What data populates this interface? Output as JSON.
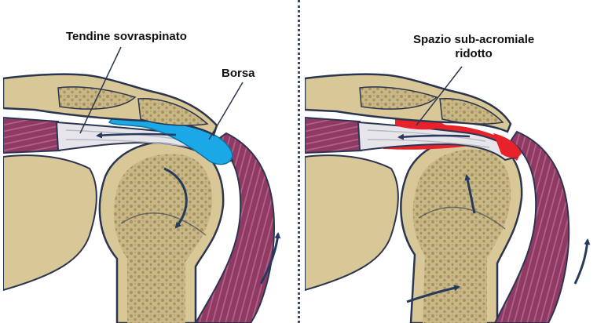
{
  "labels": {
    "tendon": "Tendine sovraspinato",
    "bursa": "Borsa",
    "space_line1": "Spazio sub-acromiale",
    "space_line2": "ridotto"
  },
  "icons": {
    "left_panel": [
      "acromion-icon",
      "supraspinatus-muscle-icon",
      "humeral-head-icon",
      "deltoid-muscle-icon",
      "bursa-icon",
      "rotation-arrow-icon",
      "upward-arrow-icon"
    ],
    "right_panel": [
      "acromion-icon",
      "supraspinatus-muscle-icon",
      "humeral-head-icon",
      "deltoid-muscle-icon",
      "inflamed-tissue-icon",
      "upward-migration-arrow-icon",
      "abduction-arrow-icon"
    ]
  },
  "colors": {
    "bone": "#d8c898",
    "muscle": "#8e3a63",
    "tendon": "#e6e6ea",
    "bursa": "#1aa9e6",
    "inflammation": "#e8222b",
    "outline": "#2c3550",
    "arrow": "#263a5e"
  }
}
